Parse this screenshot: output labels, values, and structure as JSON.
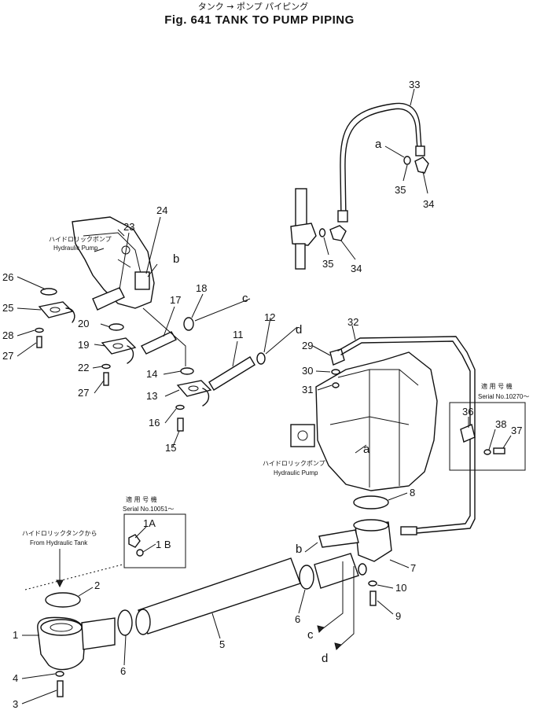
{
  "header": {
    "title_jp": "タンク → ポンプ パイピング",
    "title": "Fig. 641 TANK TO PUMP PIPING"
  },
  "callouts": {
    "upper_pump_jp": "ハイドロリックポンプ",
    "upper_pump": "Hydraulic Pump",
    "lower_pump_jp": "ハイドロリックポンプ",
    "lower_pump": "Hydraulic Pump",
    "from_tank_jp": "ハイドロリックタンクから",
    "from_tank": "From Hydraulic Tank",
    "serial_box_1_jp": "適 用 号 機",
    "serial_box_1": "Serial No.10051～",
    "serial_box_2_jp": "適 用 号 機",
    "serial_box_2": "Serial No.10270～"
  },
  "part_labels": {
    "p1": "1",
    "p1a": "1A",
    "p1b": "1 B",
    "p2": "2",
    "p3": "3",
    "p4": "4",
    "p5": "5",
    "p6a": "6",
    "p6b": "6",
    "p7": "7",
    "p8": "8",
    "p9": "9",
    "p10": "10",
    "p11": "11",
    "p12": "12",
    "p13": "13",
    "p14": "14",
    "p15": "15",
    "p16": "16",
    "p17": "17",
    "p18": "18",
    "p19": "19",
    "p20": "20",
    "p22": "22",
    "p23": "23",
    "p24": "24",
    "p25": "25",
    "p26": "26",
    "p27a": "27",
    "p27b": "27",
    "p28": "28",
    "p29": "29",
    "p30": "30",
    "p31": "31",
    "p32": "32",
    "p33": "33",
    "p34a": "34",
    "p34b": "34",
    "p35a": "35",
    "p35b": "35",
    "p36": "36",
    "p37": "37",
    "p38": "38"
  },
  "connection_letters": {
    "a1": "a",
    "a2": "a",
    "b1": "b",
    "b2": "b",
    "c1": "c",
    "c2": "c",
    "d1": "d",
    "d2": "d"
  }
}
